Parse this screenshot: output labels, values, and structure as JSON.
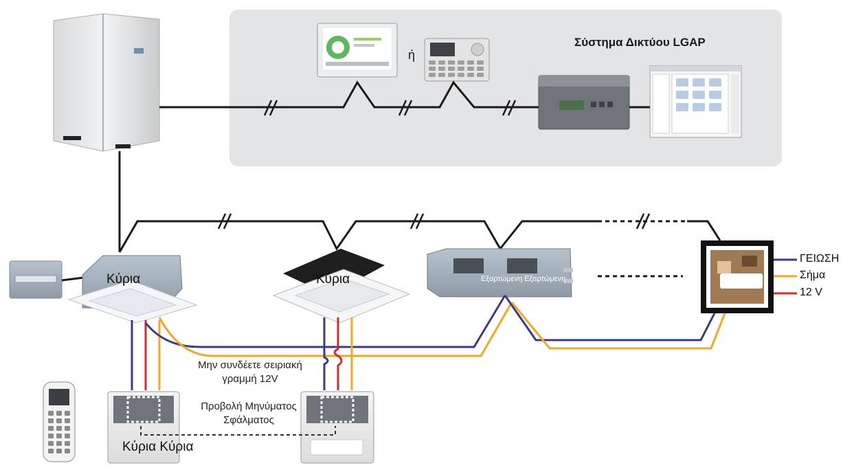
{
  "network_title": "Σύστημα Δικτύου LGAP",
  "or_label": "ή",
  "units": {
    "cassette_1": "Κύρια",
    "cassette_2": "Κύρια",
    "duct": "Εξαρτώμενη Εξαρτώμενη"
  },
  "notes": {
    "no_serial_line_1": "Μην συνδέετε σειριακή",
    "no_serial_line_2": "γραμμή 12V",
    "error_msg_line_1": "Προβολή Μηνύματος",
    "error_msg_line_2": "Σφάλματος"
  },
  "controller_labels": "Κύρια Κύρια",
  "terminals": {
    "ground": "ΓΕΙΩΣΗ",
    "signal": "Σήμα",
    "power": "12 V"
  },
  "colors": {
    "ground_wire": "#3a3a8c",
    "signal_wire": "#f5a623",
    "power_wire": "#d62a2a",
    "comm_wire": "#1a1a1a",
    "network_panel": "#e3e4e6"
  }
}
